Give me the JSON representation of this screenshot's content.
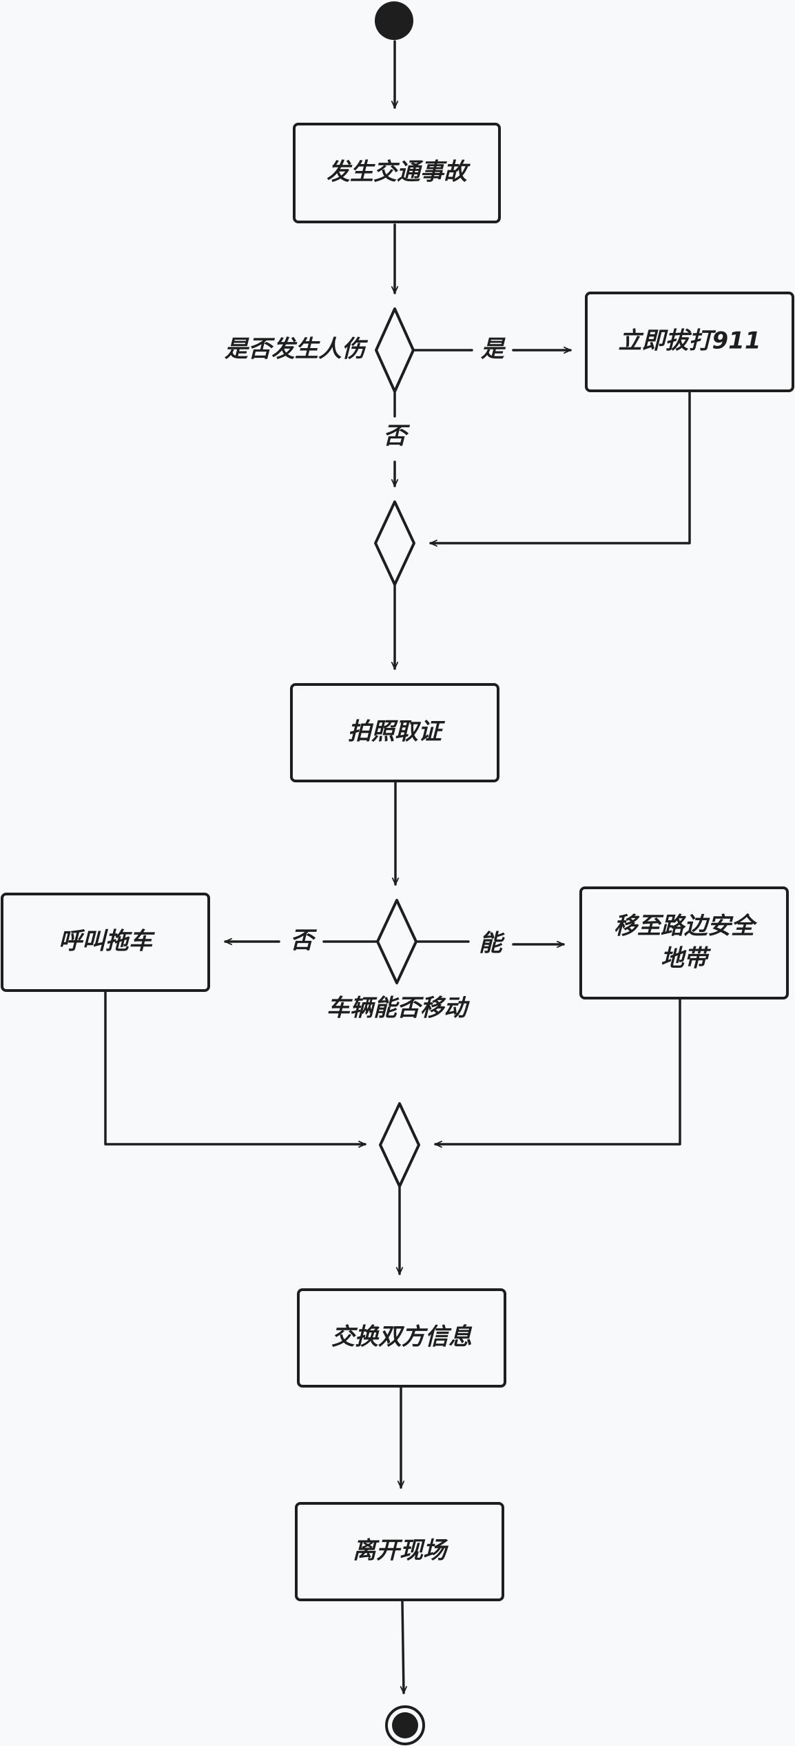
{
  "nodes": {
    "accident": "发生交通事故",
    "call_911": "立即拔打911",
    "photo": "拍照取证",
    "tow": "呼叫拖车",
    "move_safe_line1": "移至路边安全",
    "move_safe_line2": "地带",
    "exchange": "交换双方信息",
    "leave": "离开现场"
  },
  "decisions": {
    "injury_question": "是否发生人伤",
    "vehicle_question": "车辆能否移动"
  },
  "edge_labels": {
    "injury_yes": "是",
    "injury_no": "否",
    "vehicle_no": "否",
    "vehicle_yes": "能"
  },
  "colors": {
    "background": "#f8f9fb",
    "stroke": "#1e1e1e"
  }
}
